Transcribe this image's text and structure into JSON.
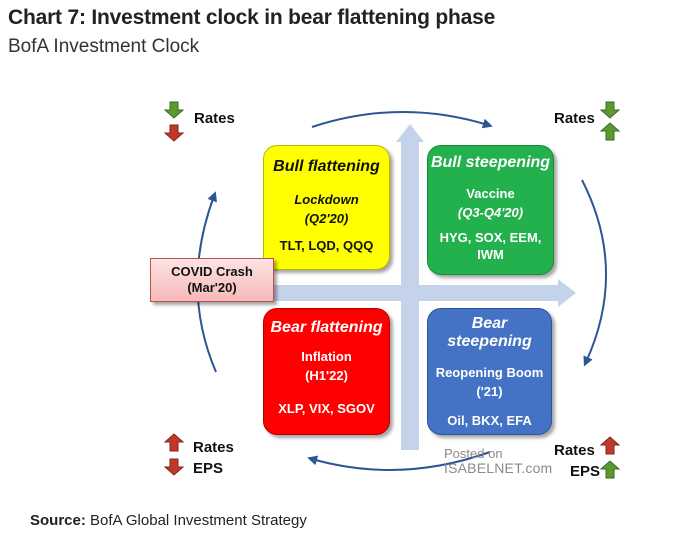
{
  "title": "Chart 7: Investment clock in bear flattening phase",
  "subtitle": "BofA Investment Clock",
  "source": {
    "label": "Source:",
    "text": "BofA Global Investment Strategy"
  },
  "quadrants": {
    "bull_flattening": {
      "heading": "Bull flattening",
      "theme": "Lockdown",
      "period": "(Q2'20)",
      "assets": "TLT, LQD, QQQ",
      "color": "#ffff00"
    },
    "bull_steepening": {
      "heading": "Bull steepening",
      "theme": "Vaccine",
      "period": "(Q3-Q4'20)",
      "assets_line1": "HYG, SOX, EEM,",
      "assets_line2": "IWM",
      "color": "#22b14c"
    },
    "bear_flattening": {
      "heading": "Bear flattening",
      "theme": "Inflation",
      "period": "(H1'22)",
      "assets": "XLP, VIX, SGOV",
      "color": "#ff0000"
    },
    "bear_steepening": {
      "heading_line1": "Bear",
      "heading_line2": "steepening",
      "theme": "Reopening Boom",
      "period": "('21)",
      "assets": "Oil, BKX, EFA",
      "color": "#4472c4"
    }
  },
  "covid": {
    "line1": "COVID Crash",
    "line2": "(Mar'20)"
  },
  "indicators": {
    "top_left": {
      "label": "Rates",
      "arrows": [
        "down",
        "down"
      ]
    },
    "top_right": {
      "label": "Rates",
      "arrows": [
        "down",
        "up"
      ]
    },
    "bottom_left": {
      "label1": "Rates",
      "label2": "EPS",
      "arrows": [
        "up",
        "down"
      ]
    },
    "bottom_right": {
      "label1": "Rates",
      "label2": "EPS",
      "arrows": [
        "up",
        "up"
      ]
    }
  },
  "watermark": {
    "line1": "Posted on",
    "line2": "ISABELNET.com"
  },
  "colors": {
    "arrow_green": "#5b9a32",
    "arrow_red": "#c0392b",
    "cycle_blue": "#2e5597",
    "axis_blue": "#c5d3ea"
  }
}
